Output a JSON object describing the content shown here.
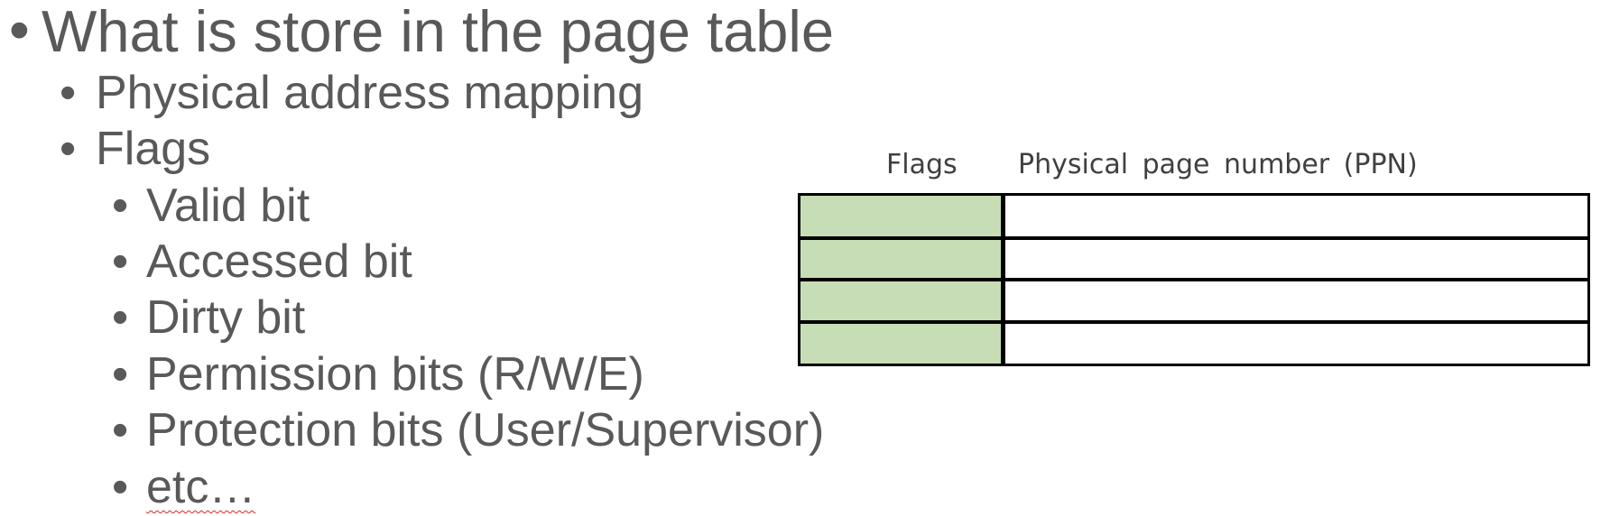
{
  "slide": {
    "bullet_symbol": "•",
    "title": "What is store in the page table",
    "items": [
      {
        "text": "Physical address mapping"
      },
      {
        "text": "Flags"
      }
    ],
    "flag_items": [
      {
        "text": "Valid bit"
      },
      {
        "text": "Accessed bit"
      },
      {
        "text": "Dirty bit"
      },
      {
        "text": "Permission bits (R/W/E)"
      },
      {
        "text": "Protection bits (User/Supervisor)"
      },
      {
        "text": "etc…"
      }
    ]
  },
  "table": {
    "flags_header": "Flags",
    "ppn_header": "Physical page number (PPN)",
    "row_count": 4,
    "flag_color": "#c6ddb6"
  }
}
